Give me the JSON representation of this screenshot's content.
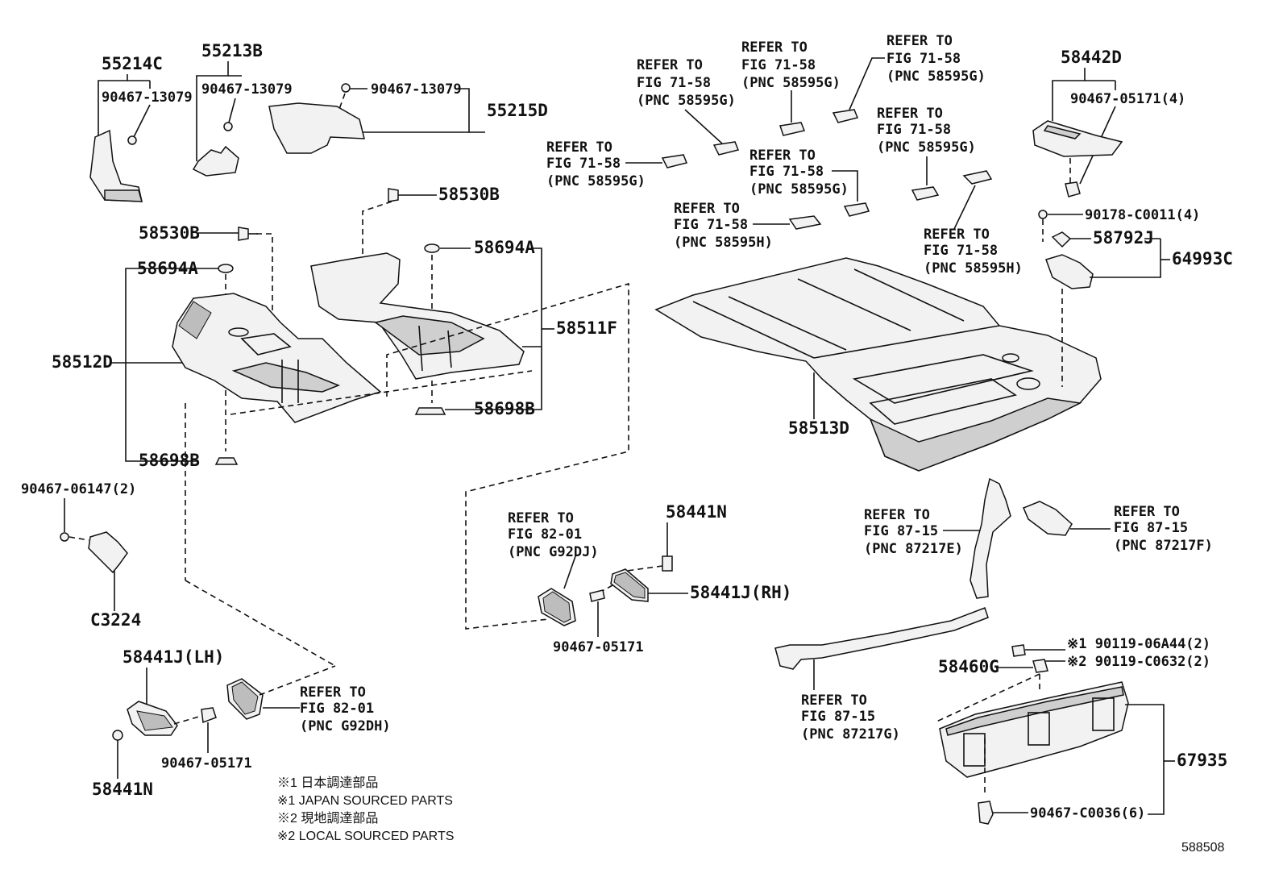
{
  "labels": {
    "p55214C": "55214C",
    "p55213B": "55213B",
    "p90467_13079_a": "90467-13079",
    "p90467_13079_b": "90467-13079",
    "p90467_13079_c": "90467-13079",
    "p55215D": "55215D",
    "p58530B_a": "58530B",
    "p58530B_b": "58530B",
    "p58694A_a": "58694A",
    "p58694A_b": "58694A",
    "p58512D": "58512D",
    "p58511F": "58511F",
    "p58698B_a": "58698B",
    "p58698B_b": "58698B",
    "p90467_06147": "90467-06147(2)",
    "pC3224": "C3224",
    "p58441J_LH": "58441J(LH)",
    "p58441N_a": "58441N",
    "p90467_05171_a": "90467-05171",
    "p58441N_b": "58441N",
    "p58441J_RH": "58441J(RH)",
    "p90467_05171_b": "90467-05171",
    "p58442D": "58442D",
    "p90467_05171_4": "90467-05171(4)",
    "p90178": "90178-C0011(4)",
    "p58792J": "58792J",
    "p64993C": "64993C",
    "p58513D": "58513D",
    "p58460G": "58460G",
    "p90119_a": "※1 90119-06A44(2)",
    "p90119_b": "※2 90119-C0632(2)",
    "p67935": "67935",
    "p90467_C0036": "90467-C0036(6)",
    "fig_number": "588508"
  },
  "refs": {
    "r1": [
      "REFER TO",
      "FIG 71-58",
      "(PNC 58595G)"
    ],
    "r2": [
      "REFER TO",
      "FIG 71-58",
      "(PNC 58595G)"
    ],
    "r3": [
      "REFER TO",
      "FIG 71-58",
      "(PNC 58595G)"
    ],
    "r4": [
      "REFER TO",
      "FIG 71-58",
      "(PNC 58595G)"
    ],
    "r5": [
      "REFER TO",
      "FIG 71-58",
      "(PNC 58595G)"
    ],
    "r6": [
      "REFER TO",
      "FIG 71-58",
      "(PNC 58595G)"
    ],
    "r7": [
      "REFER TO",
      "FIG 71-58",
      "(PNC 58595H)"
    ],
    "r8": [
      "REFER TO",
      "FIG 71-58",
      "(PNC 58595H)"
    ],
    "r9": [
      "REFER TO",
      "FIG 82-01",
      "(PNC G92DJ)"
    ],
    "r10": [
      "REFER TO",
      "FIG 82-01",
      "(PNC G92DH)"
    ],
    "r11": [
      "REFER TO",
      "FIG 87-15",
      "(PNC 87217E)"
    ],
    "r12": [
      "REFER TO",
      "FIG 87-15",
      "(PNC 87217F)"
    ],
    "r13": [
      "REFER TO",
      "FIG 87-15",
      "(PNC 87217G)"
    ]
  },
  "notes": [
    "※1 日本調達部品",
    "※1 JAPAN SOURCED PARTS",
    "※2 現地調達部品",
    "※2 LOCAL SOURCED PARTS"
  ]
}
